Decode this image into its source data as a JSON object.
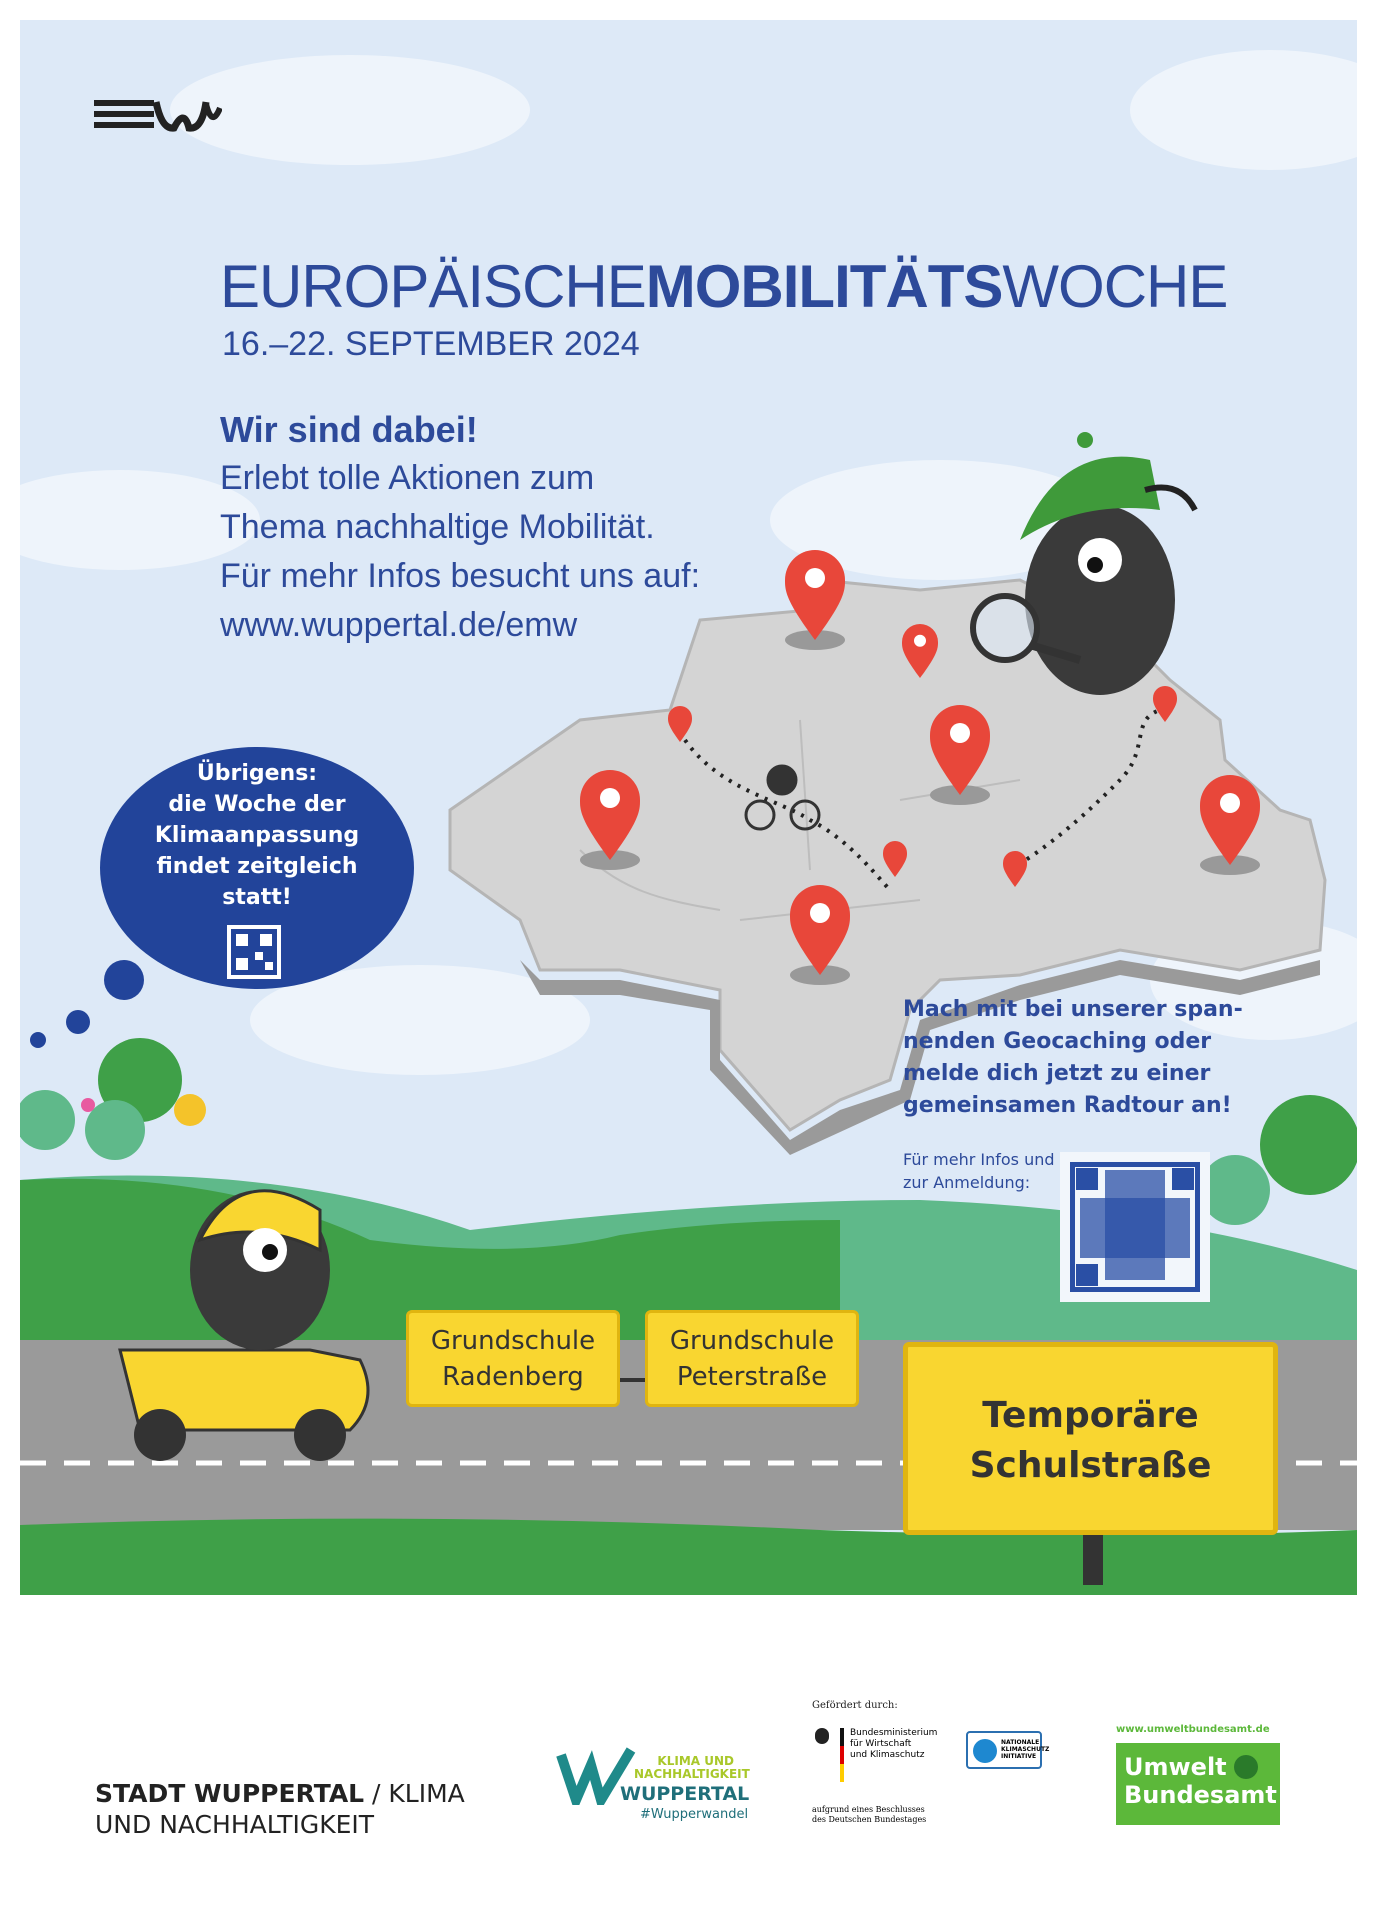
{
  "logo": {
    "text": "EMW"
  },
  "header": {
    "title_pre": "EUROPÄISCHE",
    "title_bold": "MOBILITÄTS",
    "title_post": "WOCHE",
    "date": "16.–22. SEPTEMBER 2024"
  },
  "intro": {
    "heading": "Wir sind dabei!",
    "lines": [
      "Erlebt tolle Aktionen zum",
      "Thema nachhaltige Mobilität.",
      "Für mehr Infos besucht uns auf:",
      "www.wuppertal.de/emw"
    ]
  },
  "bubble": {
    "lines": [
      "Übrigens:",
      "die Woche der",
      "Klimaanpassung",
      "findet zeitgleich",
      "statt!"
    ]
  },
  "geocaching": {
    "lines": [
      "Mach mit bei unserer span-",
      "nenden Geocaching oder",
      "melde dich jetzt zu einer",
      "gemeinsamen Radtour an!"
    ],
    "info_lines": [
      "Für mehr Infos und",
      "zur Anmeldung:"
    ]
  },
  "signs": {
    "school1": [
      "Grundschule",
      "Radenberg"
    ],
    "school2": [
      "Grundschule",
      "Peterstraße"
    ],
    "street": [
      "Temporäre",
      "Schulstraße"
    ]
  },
  "footer": {
    "stadt_bold": "STADT WUPPERTAL",
    "stadt_rest": " / KLIMA",
    "stadt_line2": "UND NACHHALTIGKEIT",
    "klima_logo": {
      "line1": "KLIMA UND",
      "line2": "NACHHALTIGKEIT",
      "line3": "WUPPERTAL",
      "hashtag": "#Wupperwandel"
    },
    "gefoerdert": "Gefördert durch:",
    "bmwk": [
      "Bundesministerium",
      "für Wirtschaft",
      "und Klimaschutz"
    ],
    "beschluss": [
      "aufgrund eines Beschlusses",
      "des Deutschen Bundestages"
    ],
    "nki": [
      "NATIONALE",
      "KLIMASCHUTZ",
      "INITIATIVE"
    ],
    "uba_url": "www.umweltbundesamt.de",
    "uba": [
      "Umwelt",
      "Bundesamt"
    ]
  },
  "colors": {
    "blue": "#2d4a9a",
    "bubble": "#22449a",
    "sky": "#dde9f7",
    "grass": "#3fa048",
    "road": "#9a9a9a",
    "sign": "#f9d630",
    "pin": "#e8473a"
  }
}
